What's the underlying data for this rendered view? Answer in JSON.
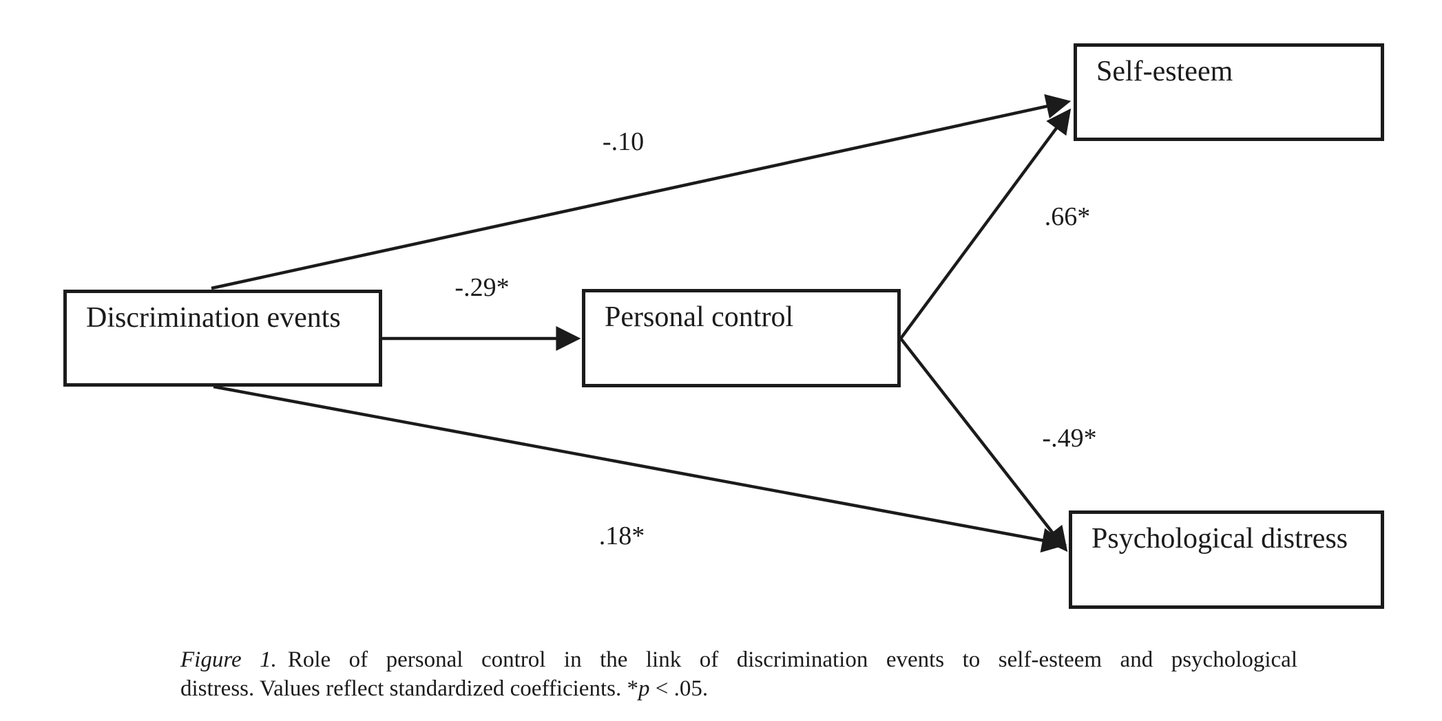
{
  "figure": {
    "nodes": {
      "discrimination": {
        "label": "Discrimination events"
      },
      "personal_control": {
        "label": "Personal control"
      },
      "self_esteem": {
        "label": "Self-esteem"
      },
      "psychological_distress": {
        "label": "Psychological distress"
      }
    },
    "paths": [
      {
        "from": "Discrimination events",
        "to": "Self-esteem",
        "coefficient": "-.10"
      },
      {
        "from": "Discrimination events",
        "to": "Personal control",
        "coefficient": "-.29*"
      },
      {
        "from": "Discrimination events",
        "to": "Psychological distress",
        "coefficient": ".18*"
      },
      {
        "from": "Personal control",
        "to": "Self-esteem",
        "coefficient": ".66*"
      },
      {
        "from": "Personal control",
        "to": "Psychological distress",
        "coefficient": "-.49*"
      }
    ],
    "caption": {
      "figure_number": "Figure 1.",
      "line1_rest": "Role of personal control in the link of discrimination events to self-esteem and psychological",
      "line2_pre": "distress. Values reflect standardized coefficients. *",
      "line2_p_italic": "p",
      "line2_post": " < .05."
    },
    "colors": {
      "ink": "#1b1b1b",
      "background": "#ffffff"
    }
  }
}
